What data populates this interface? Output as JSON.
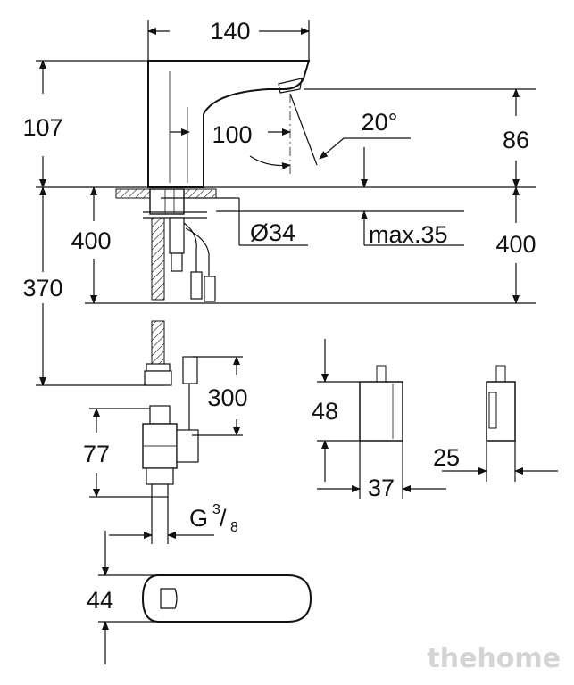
{
  "dimensions": {
    "top_width": "140",
    "spout_reach": "100",
    "spray_angle": "20°",
    "body_height": "107",
    "outlet_height": "86",
    "hose_length_left": "400",
    "hose_length_right": "400",
    "deck_diameter": "Ø34",
    "max_deck_thickness": "max.35",
    "total_hose_length": "370",
    "cable_length": "300",
    "valve_height": "77",
    "thread_prefix": "G",
    "thread_num": "3",
    "thread_sep": "/",
    "thread_den": "8",
    "battery_height": "48",
    "battery_width": "37",
    "battery_depth": "25",
    "base_width": "44"
  },
  "watermark": "thehome"
}
